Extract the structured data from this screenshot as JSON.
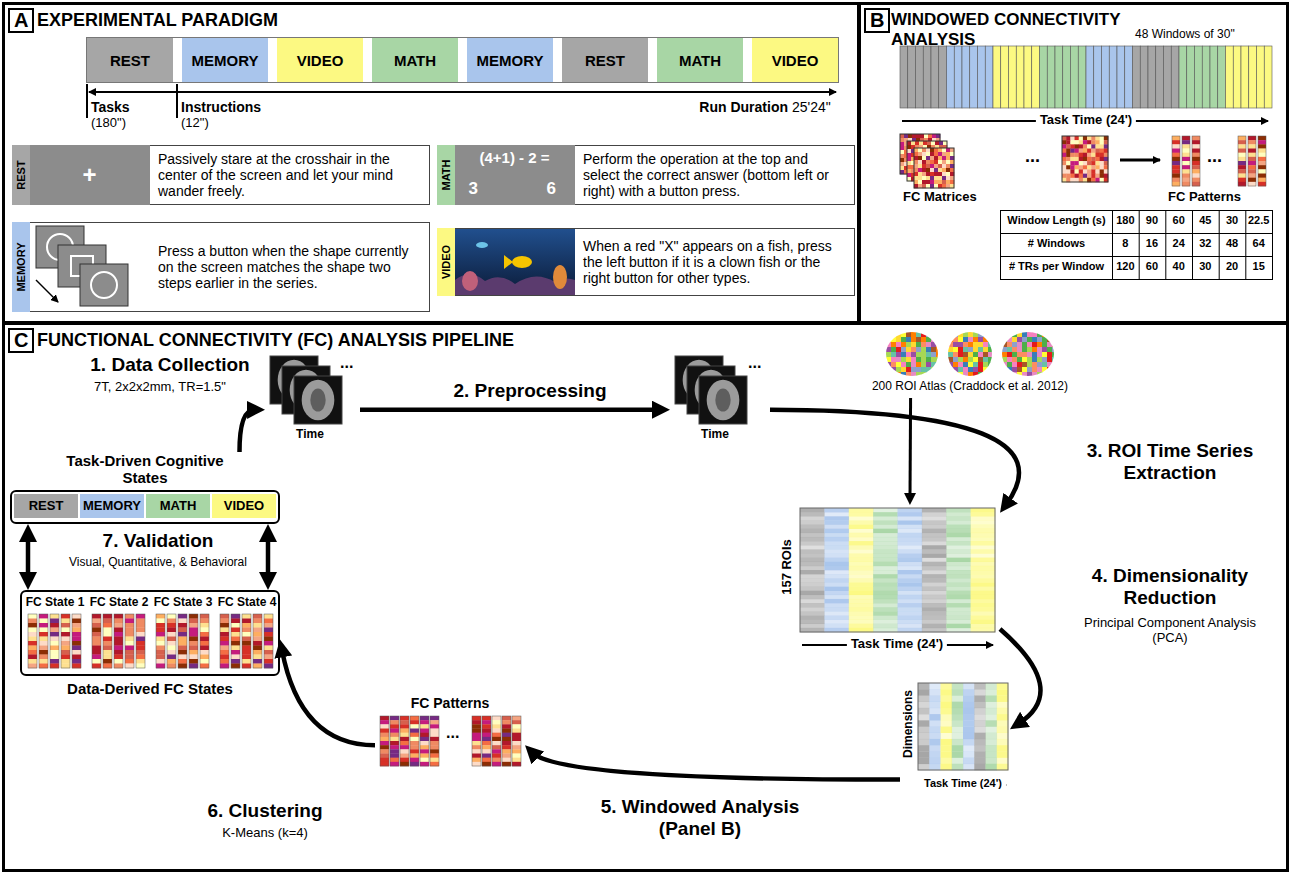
{
  "diagram": {
    "nodes": [
      {
        "text": [
          "A",
          "EXPERIMENTAL PARADIGM"
        ]
      },
      {
        "text": [
          "REST"
        ],
        "in": 0
      },
      {
        "text": [
          "MEMORY"
        ],
        "in": 0
      },
      {
        "text": [
          "VIDEO"
        ],
        "in": 0
      },
      {
        "text": [
          "MATH"
        ],
        "in": 0
      },
      {
        "text": [
          "MEMORY"
        ],
        "in": 0
      },
      {
        "text": [
          "REST"
        ],
        "in": 0
      },
      {
        "text": [
          "MATH"
        ],
        "in": 0
      },
      {
        "text": [
          "VIDEO"
        ],
        "in": 0
      },
      {
        "text": [
          "Passively stare at the crosshair in the center of the screen and let your mind wander freely."
        ],
        "in": 0
      },
      {
        "text": [
          "REST"
        ],
        "in": 9
      },
      {
        "text": [
          "+"
        ],
        "in": 9
      },
      {
        "text": [
          "Perform the operation at the top and select the correct answer (bottom left or right) with a button press."
        ],
        "in": 0
      },
      {
        "text": [
          "MATH"
        ],
        "in": 12
      },
      {
        "text": [
          "(4+1) - 2 =",
          "3",
          "6"
        ],
        "in": 12
      },
      {
        "text": [
          "Press a button when the shape currently on the screen matches the shape two steps earlier in the series."
        ],
        "in": 0
      },
      {
        "text": [
          "MEMORY"
        ],
        "in": 15
      },
      {
        "text": [
          "When a red \"X\" appears on a fish, press the left button if it is a clown fish or the right button for other types."
        ],
        "in": 0
      },
      {
        "text": [
          "VIDEO"
        ],
        "in": 17
      },
      {
        "text": [
          "B",
          "WINDOWED CONNECTIVITY ANALYSIS"
        ]
      },
      {
        "text": [
          "C",
          "FUNCTIONAL CONNECTIVITY (FC) ANALYSIS PIPELINE"
        ]
      },
      {
        "text": [
          "Task-Driven Cognitive States"
        ],
        "in": 20
      },
      {
        "text": [
          "REST"
        ],
        "in": 21
      },
      {
        "text": [
          "MEMORY"
        ],
        "in": 21
      },
      {
        "text": [
          "MATH"
        ],
        "in": 21
      },
      {
        "text": [
          "VIDEO"
        ],
        "in": 21
      },
      {
        "text": [
          "Time"
        ],
        "in": 20
      },
      {
        "text": [
          "Time"
        ],
        "in": 20
      },
      {
        "text": [
          "200 ROI Atlas (Craddock et al. 2012)"
        ],
        "in": 20
      },
      {
        "text": [
          "157 ROIs",
          "Task Time (24')"
        ],
        "in": 20
      },
      {
        "text": [
          "Dimensions",
          "Task Time (24')"
        ],
        "in": 20
      },
      {
        "text": [
          "FC Patterns"
        ],
        "in": 20
      },
      {
        "text": [
          "Data-Derived FC States"
        ],
        "in": 20
      },
      {
        "text": [
          "FC State 1"
        ],
        "in": 32
      },
      {
        "text": [
          "FC State 2"
        ],
        "in": 32
      },
      {
        "text": [
          "FC State 3"
        ],
        "in": 32
      },
      {
        "text": [
          "FC State 4"
        ],
        "in": 32
      }
    ],
    "edges": [
      {
        "from": 21,
        "to": 26,
        "arrow": "to",
        "label": "1. Data Collection"
      },
      {
        "from": 26,
        "to": 27,
        "arrow": "to",
        "label": "2. Preprocessing"
      },
      {
        "from": 27,
        "to": 29,
        "arrow": "to",
        "label": "3. ROI Time Series Extraction"
      },
      {
        "from": 28,
        "to": 29,
        "arrow": "to"
      },
      {
        "from": 29,
        "to": 30,
        "arrow": "to",
        "label": "4. Dimensionality Reduction"
      },
      {
        "from": 30,
        "to": 31,
        "arrow": "to",
        "label": "5. Windowed Analysis (Panel B)"
      },
      {
        "from": 31,
        "to": 32,
        "arrow": "to",
        "label": "6. Clustering"
      },
      {
        "from": 21,
        "to": 32,
        "arrow": "both",
        "label": "7. Validation"
      },
      {
        "from": 21,
        "to": 32,
        "arrow": "both"
      }
    ],
    "labels": [
      "Tasks",
      "(180\")",
      "Instructions",
      "(12\")",
      "Run Duration",
      "25'24\"",
      "48 Windows of 30\"",
      "Task Time (24')",
      "...",
      "FC Matrices",
      "...",
      "FC Patterns",
      "Window Length (s)",
      "180",
      "90",
      "60",
      "45",
      "30",
      "22.5",
      "# Windows",
      "8",
      "16",
      "24",
      "32",
      "48",
      "64",
      "# TRs per Window",
      "120",
      "60",
      "40",
      "30",
      "20",
      "15",
      "7T, 2x2x2mm, TR=1.5\"",
      "...",
      "...",
      "Principal Component Analysis (PCA)",
      "K-Means (k=4)",
      "Visual, Quantitative, & Behavioral",
      "..."
    ]
  }
}
